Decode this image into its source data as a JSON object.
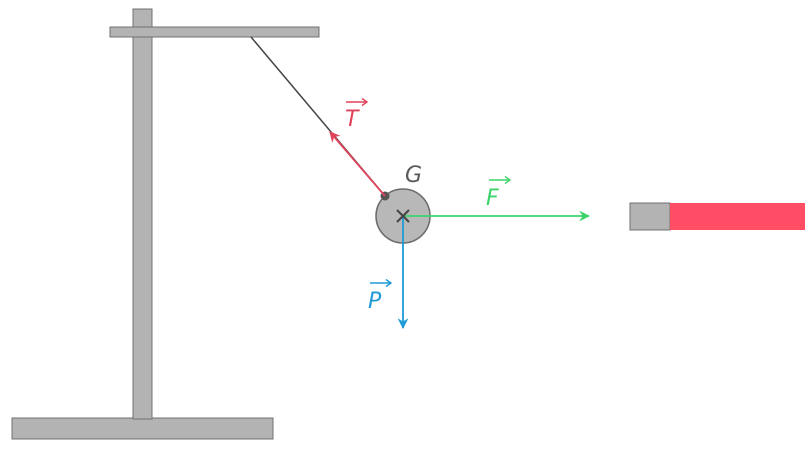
{
  "colors": {
    "stand": "#b3b3b3",
    "stand_stroke": "#707070",
    "string": "#444444",
    "ball_fill": "#b8b8b8",
    "ball_stroke": "#6b6b6b",
    "tension": "#e0435a",
    "weight": "#1f9bd6",
    "force": "#3ed36a",
    "magnet_grey": "#b3b3b3",
    "magnet_red": "#ff4d65",
    "label_G": "#5a5a5a"
  },
  "labels": {
    "tension": "T",
    "weight": "P",
    "force": "F",
    "center": "G"
  },
  "icons": {
    "center_mark": "cross-mark",
    "attachment": "attachment-dot"
  }
}
